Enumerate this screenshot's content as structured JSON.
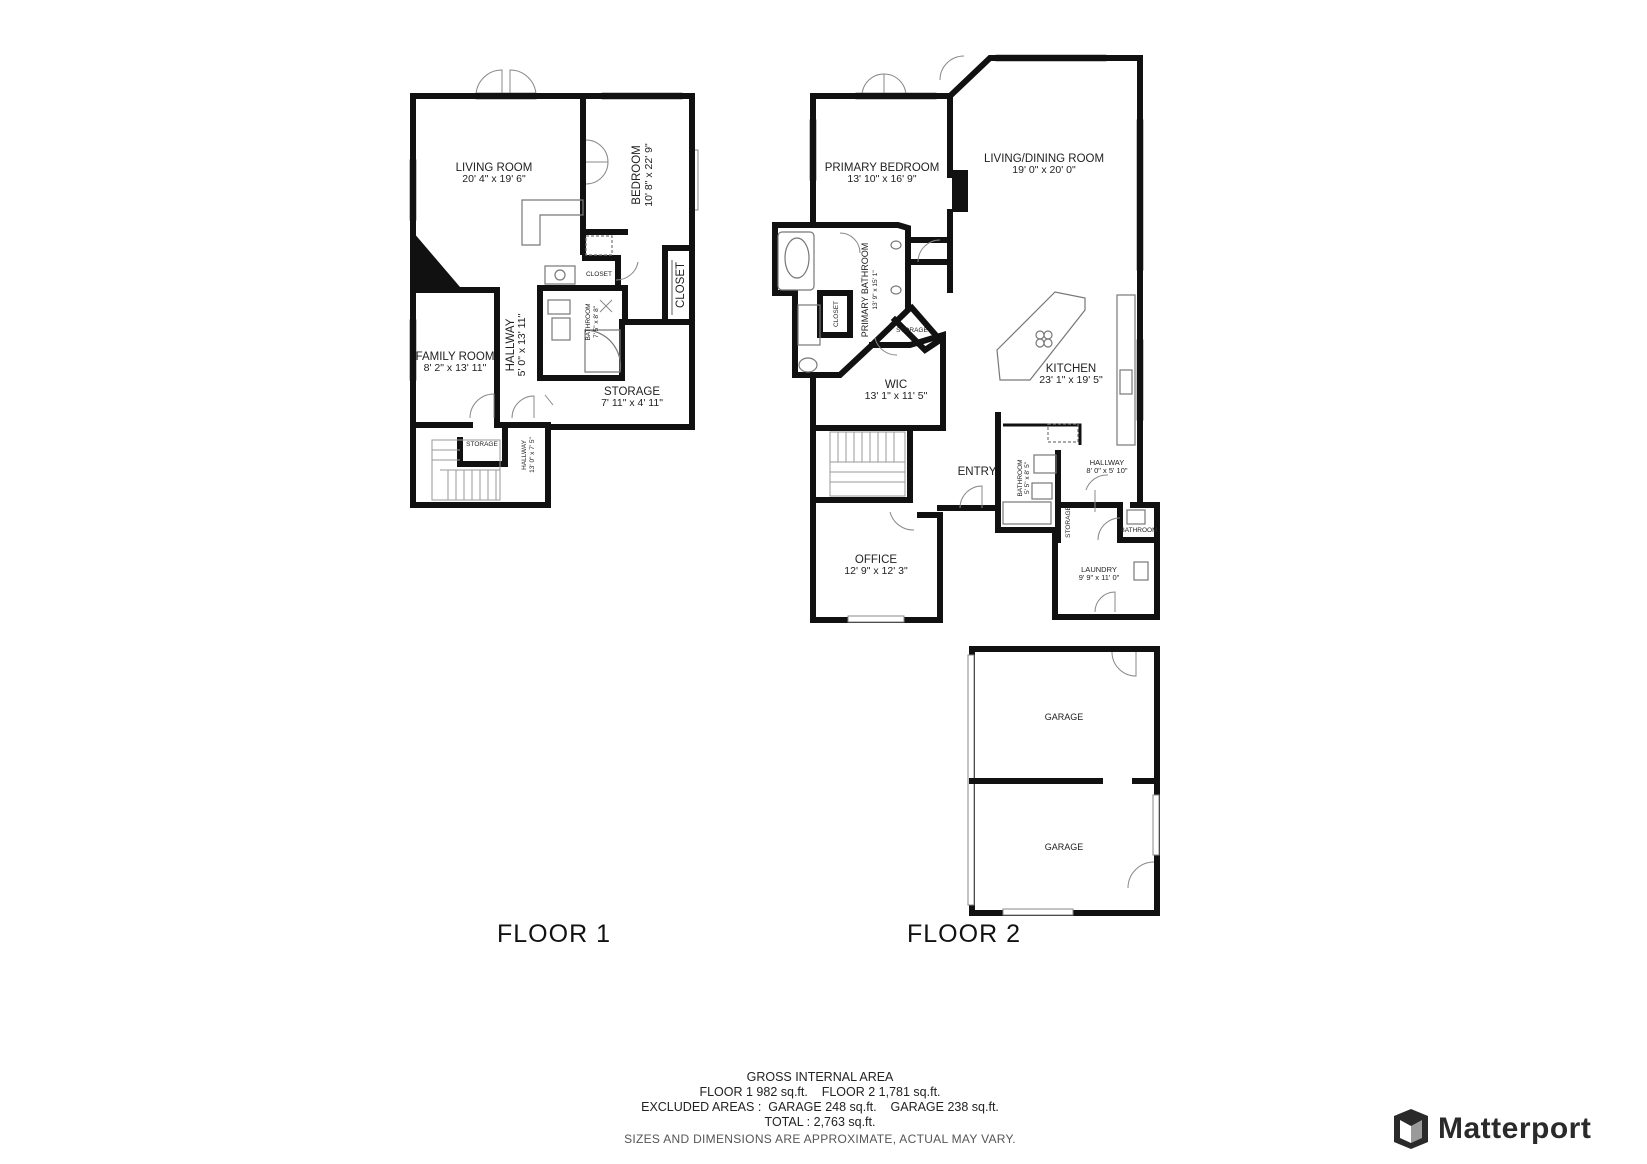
{
  "floor1": {
    "label": "FLOOR 1",
    "rooms": {
      "living_room": {
        "name": "LIVING ROOM",
        "dims": "20' 4\" x 19' 6\""
      },
      "bedroom": {
        "name": "BEDROOM",
        "dims": "10' 8\" x 22' 9\""
      },
      "closet_small": {
        "name": "CLOSET"
      },
      "closet": {
        "name": "CLOSET"
      },
      "bathroom": {
        "name": "BATHROOM",
        "dims": "7' 5\" x 8' 8\""
      },
      "family_room": {
        "name": "FAMILY ROOM",
        "dims": "8' 2\" x 13' 11\""
      },
      "hallway": {
        "name": "HALLWAY",
        "dims": "5' 0\" x 13' 11\""
      },
      "storage": {
        "name": "STORAGE",
        "dims": "7' 11\" x 4' 11\""
      },
      "storage_small": {
        "name": "STORAGE"
      },
      "hallway2": {
        "name": "HALLWAY",
        "dims": "13' 0\" x 7' 5\""
      }
    }
  },
  "floor2": {
    "label": "FLOOR 2",
    "rooms": {
      "primary_bedroom": {
        "name": "PRIMARY BEDROOM",
        "dims": "13' 10\" x 16' 9\""
      },
      "living_dining": {
        "name": "LIVING/DINING ROOM",
        "dims": "19' 0\" x 20' 0\""
      },
      "primary_bathroom": {
        "name": "PRIMARY BATHROOM",
        "dims": "13' 9\" x 15' 1\""
      },
      "closet": {
        "name": "CLOSET"
      },
      "storage": {
        "name": "STORAGE"
      },
      "wic": {
        "name": "WIC",
        "dims": "13' 1\" x 11' 5\""
      },
      "kitchen": {
        "name": "KITCHEN",
        "dims": "23' 1\" x 19' 5\""
      },
      "entry": {
        "name": "ENTRY"
      },
      "bathroom": {
        "name": "BATHROOM",
        "dims": "5' 5\" x 8' 5\""
      },
      "hallway": {
        "name": "HALLWAY",
        "dims": "8' 0\" x 5' 10\""
      },
      "storage_small": {
        "name": "STORAGE"
      },
      "bathroom_small": {
        "name": "BATHROOM"
      },
      "laundry": {
        "name": "LAUNDRY",
        "dims": "9' 9\" x 11' 0\""
      },
      "office": {
        "name": "OFFICE",
        "dims": "12' 9\" x 12' 3\""
      },
      "garage1": {
        "name": "GARAGE"
      },
      "garage2": {
        "name": "GARAGE"
      }
    }
  },
  "summary": {
    "heading": "GROSS INTERNAL AREA",
    "line1": "FLOOR 1 982 sq.ft.    FLOOR 2 1,781 sq.ft.",
    "line2": "EXCLUDED AREAS :  GARAGE 248 sq.ft.    GARAGE 238 sq.ft.",
    "line3": "TOTAL :  2,763 sq.ft.",
    "disclaimer": "SIZES AND DIMENSIONS ARE APPROXIMATE, ACTUAL MAY VARY."
  },
  "brand": {
    "name": "Matterport",
    "icon": "matterport-logo-icon"
  }
}
